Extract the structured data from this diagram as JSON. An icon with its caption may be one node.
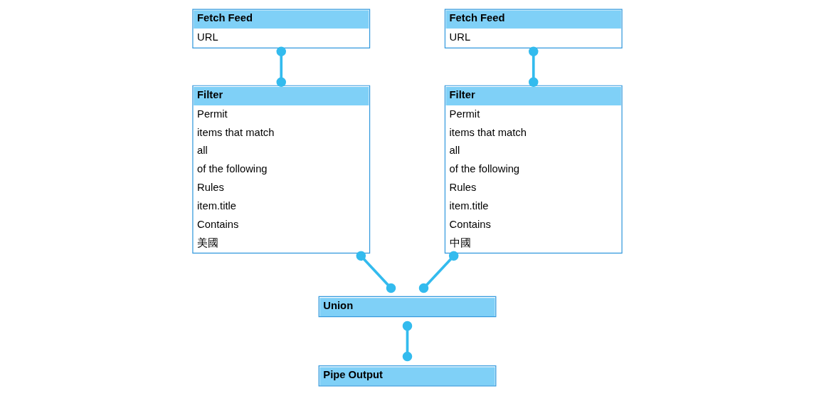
{
  "diagram": {
    "nodes": [
      {
        "text": [
          "Fetch Feed",
          "URL"
        ]
      },
      {
        "text": [
          "Fetch Feed",
          "URL"
        ]
      },
      {
        "text": [
          "Filter",
          "Permit",
          "items that match",
          "all",
          "of the following",
          "Rules",
          "item.title",
          "Contains",
          "美國"
        ]
      },
      {
        "text": [
          "Filter",
          "Permit",
          "items that match",
          "all",
          "of the following",
          "Rules",
          "item.title",
          "Contains",
          "中國"
        ]
      },
      {
        "text": [
          "Union"
        ]
      },
      {
        "text": [
          "Pipe Output"
        ]
      }
    ],
    "edges": [
      {
        "from": 0,
        "to": 2,
        "arrow": "other"
      },
      {
        "from": 1,
        "to": 3,
        "arrow": "other"
      },
      {
        "from": 2,
        "to": 4,
        "arrow": "other"
      },
      {
        "from": 3,
        "to": 4,
        "arrow": "other"
      },
      {
        "from": 4,
        "to": 5,
        "arrow": "other"
      }
    ]
  }
}
